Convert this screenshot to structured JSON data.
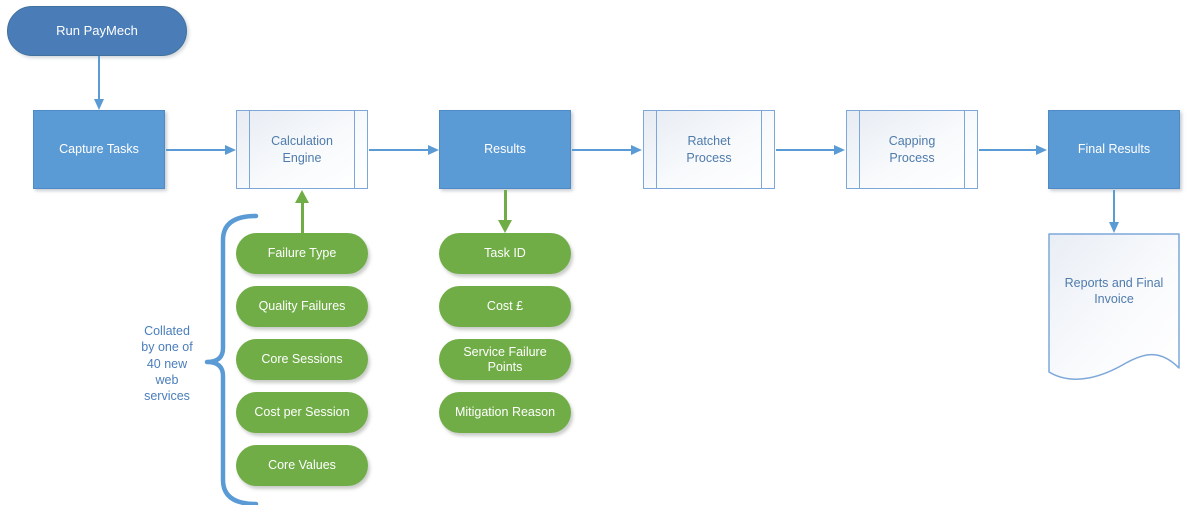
{
  "start": {
    "label": "Run PayMech"
  },
  "flow": {
    "capture_tasks": {
      "label": "Capture Tasks"
    },
    "calculation_engine": {
      "label": "Calculation Engine"
    },
    "results": {
      "label": "Results"
    },
    "ratchet_process": {
      "label": "Ratchet Process"
    },
    "capping_process": {
      "label": "Capping Process"
    },
    "final_results": {
      "label": "Final Results"
    }
  },
  "calculation_inputs": {
    "items": [
      "Failure Type",
      "Quality Failures",
      "Core Sessions",
      "Cost per Session",
      "Core Values"
    ]
  },
  "results_outputs": {
    "items": [
      "Task ID",
      "Cost £",
      "Service Failure Points",
      "Mitigation Reason"
    ]
  },
  "annotation": {
    "text": "Collated by one of 40 new web services",
    "lines": [
      "Collated",
      "by one of",
      "40 new",
      "web",
      "services"
    ]
  },
  "document": {
    "label": "Reports and Final Invoice"
  },
  "colors": {
    "start_fill": "#4a7db8",
    "process_fill": "#5b9bd5",
    "subprocess_border": "#7da7d9",
    "pill_fill": "#70ad47",
    "connector_blue": "#5b9bd5",
    "connector_green": "#70ad47",
    "shape_text_blue": "#4f7bab",
    "annotation_text": "#4a7ebb"
  }
}
